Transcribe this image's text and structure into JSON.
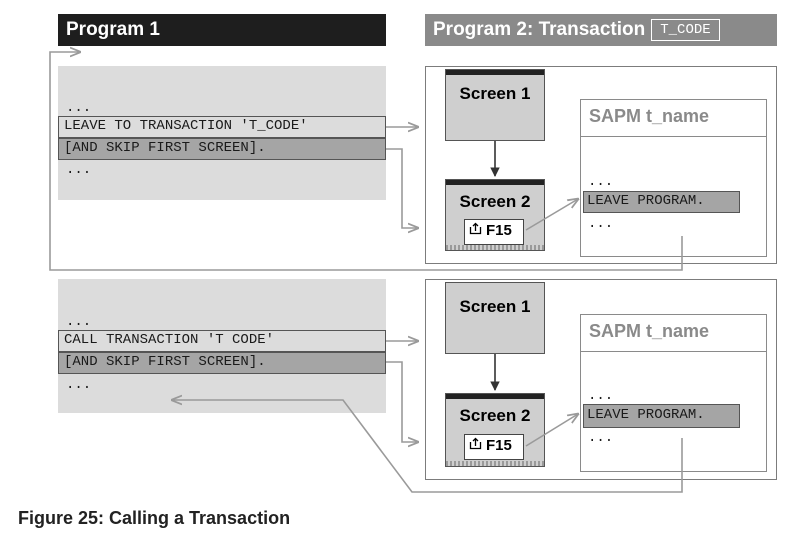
{
  "program1": {
    "header": "Program 1"
  },
  "program2": {
    "header": "Program 2: Transaction",
    "tcode": "T_CODE"
  },
  "top": {
    "code_before": "...",
    "line1": "LEAVE TO TRANSACTION 'T_CODE'",
    "line2": "[AND SKIP FIRST SCREEN].",
    "code_after": "...",
    "screen1": "Screen 1",
    "screen2": "Screen 2",
    "f15": "F15",
    "sapm_title": "SAPM t_name",
    "sapm_before": "...",
    "leave_program": "LEAVE PROGRAM.",
    "sapm_after": "..."
  },
  "bottom": {
    "code_before": "...",
    "line1": "CALL TRANSACTION 'T CODE'",
    "line2": "[AND SKIP FIRST SCREEN].",
    "code_after": "...",
    "screen1": "Screen 1",
    "screen2": "Screen 2",
    "f15": "F15",
    "sapm_title": "SAPM t_name",
    "sapm_before": "...",
    "leave_program": "LEAVE PROGRAM.",
    "sapm_after": "..."
  },
  "caption": "Figure 25: Calling a Transaction",
  "colors": {
    "header_dark": "#1e1e1e",
    "header_gray": "#8a8a8a",
    "panel": "#dcdcdc",
    "highlight": "#a5a5a5",
    "arrow": "#9a9a9a"
  },
  "icons": {
    "f15_button": "exit-icon"
  }
}
